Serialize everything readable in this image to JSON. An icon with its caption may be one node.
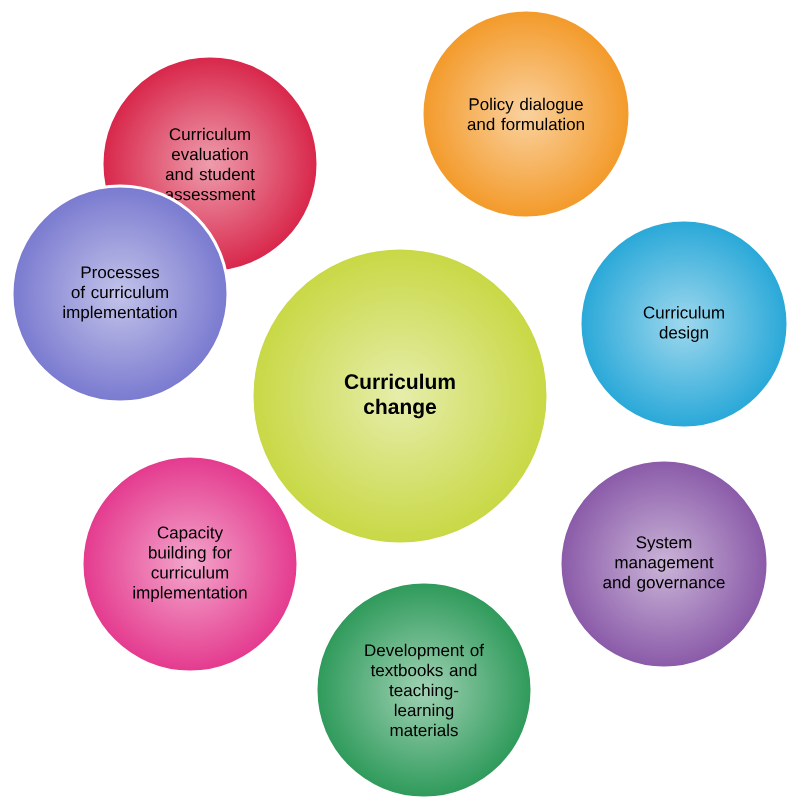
{
  "diagram": {
    "nodes": [
      {
        "text": [
          "Curriculum change"
        ]
      },
      {
        "text": [
          "Curriculum evaluation and student assessment"
        ]
      },
      {
        "text": [
          "Policy dialogue and formulation"
        ]
      },
      {
        "text": [
          "Processes of curriculum implementation"
        ]
      },
      {
        "text": [
          "Curriculum design"
        ]
      },
      {
        "text": [
          "Capacity building for curriculum implementation"
        ]
      },
      {
        "text": [
          "System management and governance"
        ]
      },
      {
        "text": [
          "Development of textbooks and teaching-learning materials"
        ]
      }
    ]
  }
}
